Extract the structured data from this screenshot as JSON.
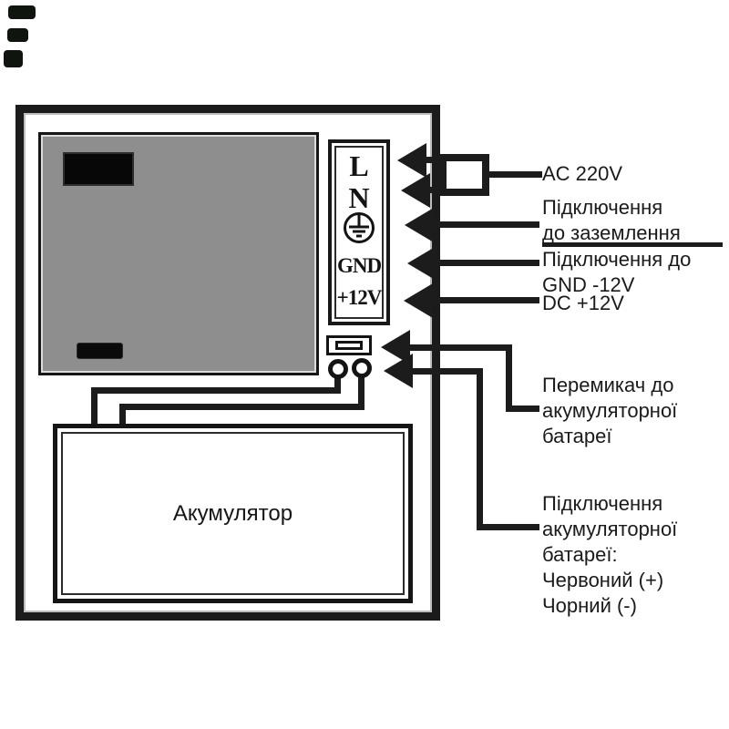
{
  "diagram": {
    "type": "wiring-diagram",
    "colors": {
      "background": "#ffffff",
      "line": "#1c1c1c",
      "psu_fill": "#8e8e8e"
    },
    "terminal_block": {
      "l": "L",
      "n": "N",
      "earth_icon": "earth-ground-icon",
      "gnd": "GND",
      "plus12v": "+12V"
    },
    "battery": {
      "label": "Акумулятор"
    },
    "callouts": {
      "ac": "AC 220V",
      "earth": "Підключення\nдо заземлення",
      "gnd12": "Підключення до\nGND -12V",
      "dc12": "DC +12V",
      "switch": "Перемикач до\nакумуляторної\nбатареї",
      "battery": "Підключення\nакумуляторної\nбатареї:\nЧервоний (+)\nЧорний (-)"
    }
  }
}
